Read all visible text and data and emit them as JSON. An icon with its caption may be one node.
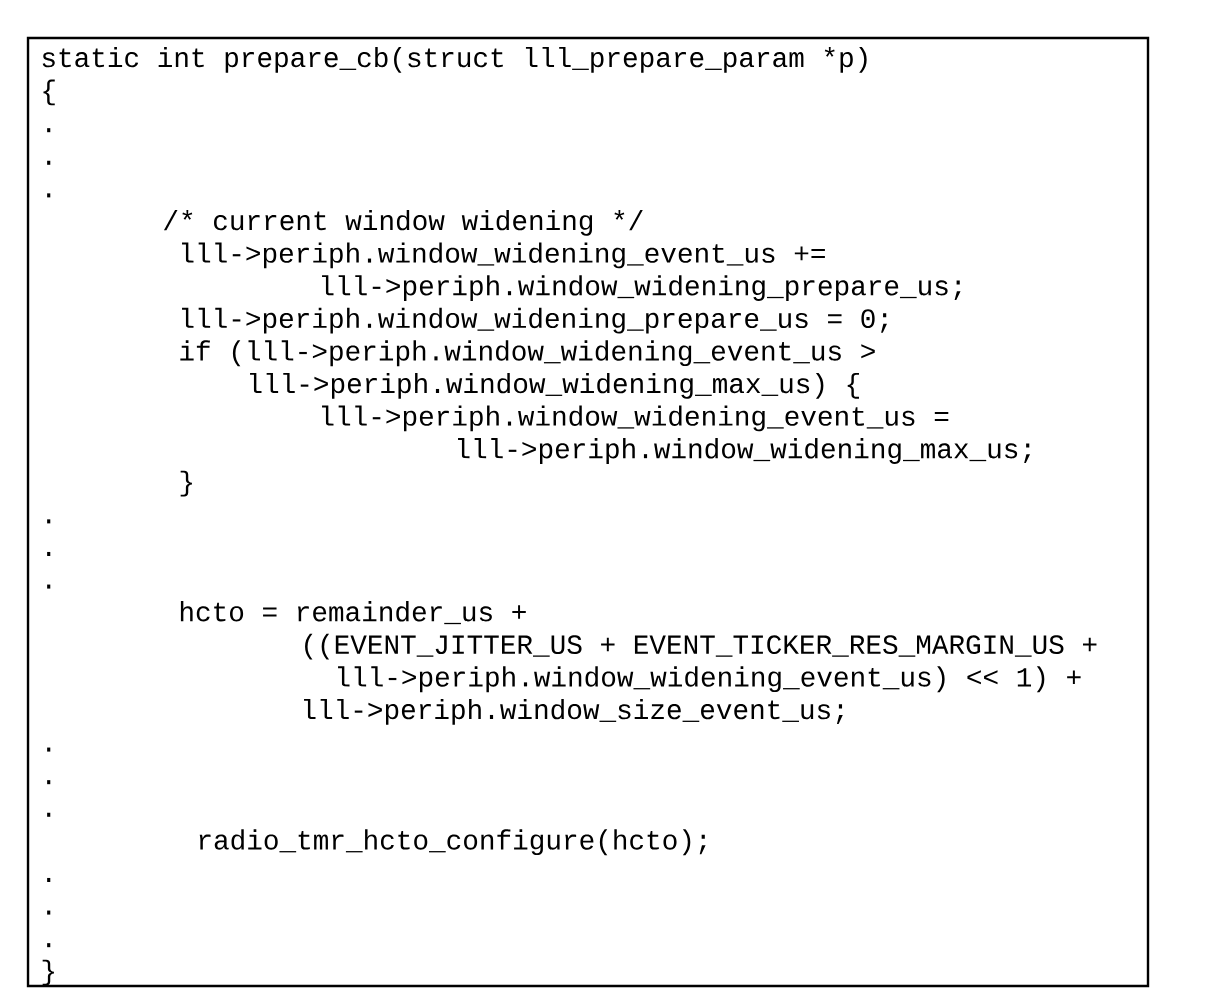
{
  "diagram": {
    "labels": [
      "static int prepare_cb(struct lll_prepare_param *p)",
      "{",
      ".",
      ".",
      ".",
      "/* current window widening */",
      "lll->periph.window_widening_event_us +=",
      "lll->periph.window_widening_prepare_us;",
      "lll->periph.window_widening_prepare_us = 0;",
      "if (lll->periph.window_widening_event_us >",
      "lll->periph.window_widening_max_us) {",
      "lll->periph.window_widening_event_us =",
      "lll->periph.window_widening_max_us;",
      "}",
      ".",
      ".",
      ".",
      "hcto = remainder_us +",
      "((EVENT_JITTER_US + EVENT_TICKER_RES_MARGIN_US +",
      "lll->periph.window_widening_event_us) << 1) +",
      "lll->periph.window_size_event_us;",
      ".",
      ".",
      ".",
      "radio_tmr_hcto_configure(hcto);",
      ".",
      ".",
      ".",
      "}"
    ]
  }
}
